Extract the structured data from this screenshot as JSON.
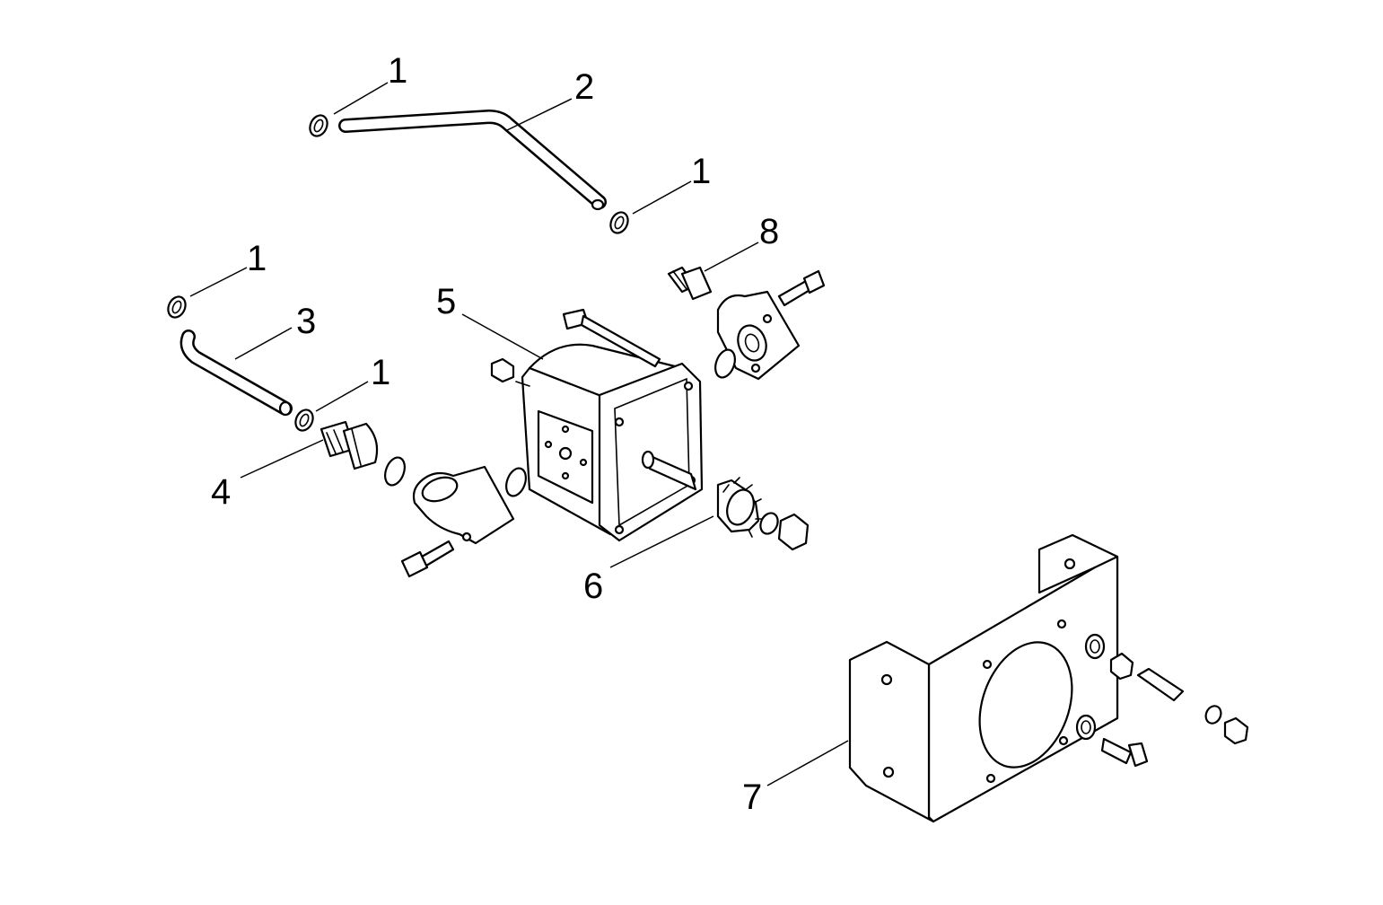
{
  "diagram": {
    "title": "Hydraulic pump assembly exploded view",
    "callouts": [
      "1",
      "2",
      "1",
      "8",
      "1",
      "3",
      "5",
      "1",
      "4",
      "6",
      "7"
    ]
  }
}
